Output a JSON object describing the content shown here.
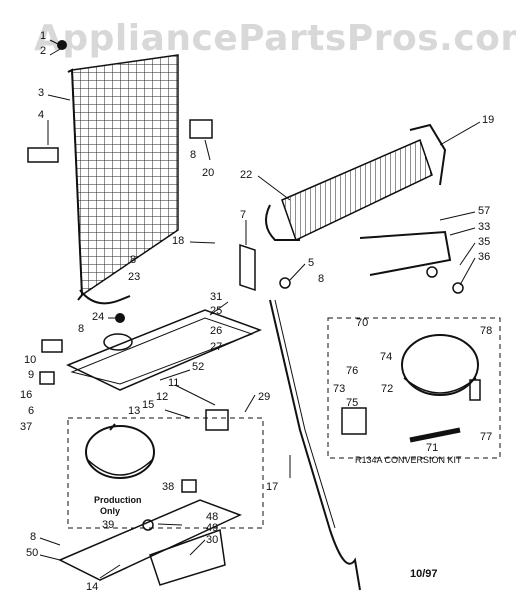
{
  "watermark": "AppliancePartsPros.com",
  "callouts": [
    "1",
    "2",
    "3",
    "4",
    "8",
    "20",
    "19",
    "22",
    "7",
    "18",
    "57",
    "33",
    "35",
    "36",
    "8",
    "23",
    "5",
    "8",
    "24",
    "31",
    "8",
    "25",
    "26",
    "70",
    "10",
    "9",
    "16",
    "6",
    "37",
    "52",
    "11",
    "12",
    "15",
    "13",
    "76",
    "74",
    "73",
    "72",
    "75",
    "71",
    "77",
    "78",
    "29",
    "27",
    "17",
    "38",
    "48",
    "49",
    "30",
    "8",
    "50",
    "14"
  ],
  "kit_label": "R134A CONVERSION KIT",
  "production_note": {
    "line1": "Production",
    "line2": "Only"
  },
  "production_callout": "39",
  "date_code": "10/97"
}
